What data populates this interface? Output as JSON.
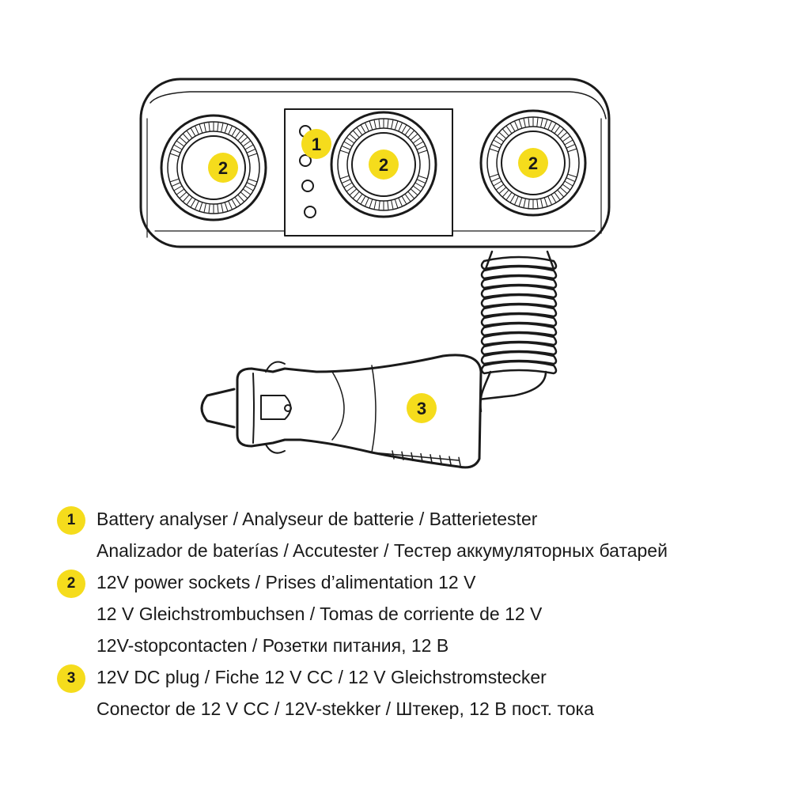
{
  "diagram": {
    "callouts": [
      {
        "id": "battery-analyser",
        "number": "1"
      },
      {
        "id": "socket-left",
        "number": "2"
      },
      {
        "id": "socket-center",
        "number": "2"
      },
      {
        "id": "socket-right",
        "number": "2"
      },
      {
        "id": "dc-plug",
        "number": "3"
      }
    ]
  },
  "legend": [
    {
      "number": "1",
      "lines": [
        "Battery analyser / Analyseur de batterie / Batterietester",
        "Analizador de baterías / Accutester / Тестер аккумуляторных батарей"
      ]
    },
    {
      "number": "2",
      "lines": [
        "12V power sockets / Prises d’alimentation 12 V",
        "12 V Gleichstrombuchsen / Tomas de corriente de 12 V",
        "12V-stopcontacten / Розетки питания, 12 В"
      ]
    },
    {
      "number": "3",
      "lines": [
        "12V DC plug / Fiche 12 V CC / 12 V Gleichstromstecker",
        "Conector de 12 V CC / 12V-stekker / Штекер, 12 В пост. тока"
      ]
    }
  ],
  "colors": {
    "callout": "#f5dc1c",
    "line": "#1a1a1a"
  }
}
